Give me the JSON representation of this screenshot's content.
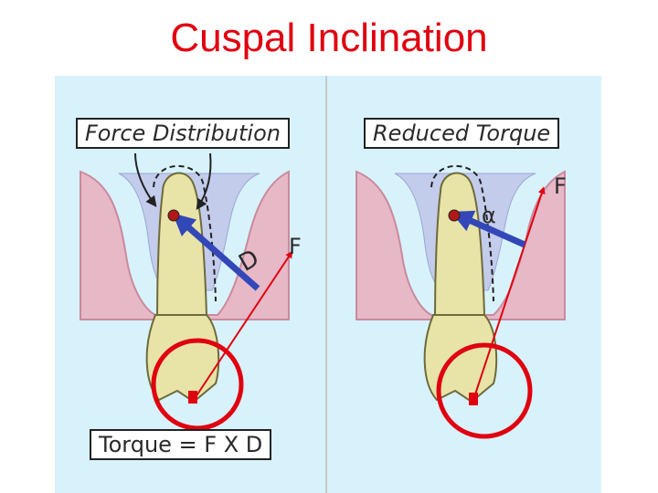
{
  "title": "Cuspal Inclination",
  "left_panel": {
    "heading": "Force  Distribution",
    "distance_label": "D",
    "force_label": "F",
    "formula": "Torque = F X D"
  },
  "right_panel": {
    "heading": "Reduced Torque",
    "angle_label": "α",
    "force_label": "F"
  },
  "colors": {
    "title": "#e0000f",
    "background": "#d8f2fb",
    "gum": "#e7b8c6",
    "bone": "#c4ccec",
    "tooth": "#e8e4a8",
    "force_line": "#e0000f",
    "blue_arrow": "#3347b8",
    "highlight_circle": "#e0000f"
  }
}
